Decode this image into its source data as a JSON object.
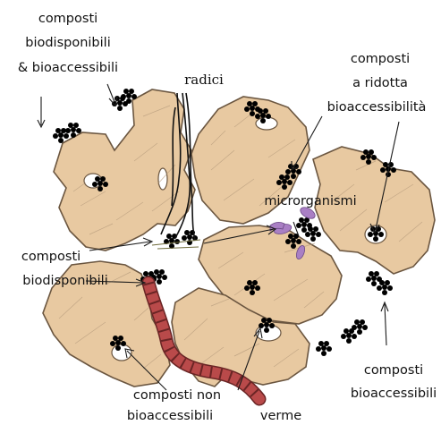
{
  "labels": {
    "composti_bio_1": "composti",
    "composti_bio_2": "biodisponibili",
    "composti_bio_3": "& bioaccessibili",
    "radici": "radici",
    "ridotta_1": "composti",
    "ridotta_2": "a ridotta",
    "ridotta_3": "bioaccessibilità",
    "microrganismi": "microrganismi",
    "biodisp_1": "composti",
    "biodisp_2": "biodisponibili",
    "non_bioacc_1": "composti non",
    "non_bioacc_2": "bioaccessibili",
    "verme": "verme",
    "bioacc_1": "composti",
    "bioacc_2": "bioaccessibili"
  },
  "colors": {
    "aggregate_fill": "#e8c9a1",
    "aggregate_outline": "#6b5640",
    "microbe": "#a97fc4",
    "worm_body": "#b94a4a",
    "worm_band": "#6a2525",
    "root": "#111111"
  }
}
